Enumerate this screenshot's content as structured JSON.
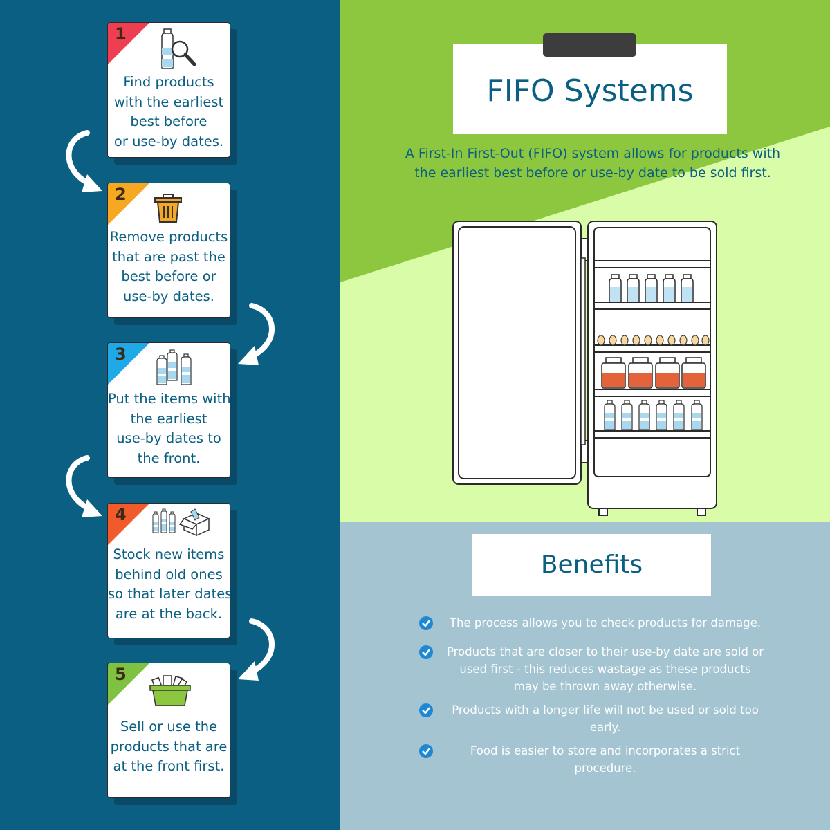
{
  "title": "FIFO Systems",
  "intro_lines": [
    "A First-In First-Out (FIFO) system allows for products with",
    "the earliest best before or use-by date to be sold first."
  ],
  "benefits_title": "Benefits",
  "benefits": [
    {
      "lines": [
        "The process allows you to check products for damage."
      ]
    },
    {
      "lines": [
        "Products that are closer to their use-by date are sold or",
        "used first - this reduces wastage as these products",
        "may be thrown away otherwise."
      ]
    },
    {
      "lines": [
        "Products with a longer life will not be used or sold too",
        "early."
      ]
    },
    {
      "lines": [
        "Food is easier to store and incorporates a strict",
        "procedure."
      ]
    }
  ],
  "steps": [
    {
      "number": "1",
      "color": "#ee3e52",
      "icon": "bottle-magnifier-icon",
      "lines": [
        "Find products",
        "with the earliest",
        "best before",
        "or use-by dates."
      ]
    },
    {
      "number": "2",
      "color": "#f7a823",
      "icon": "trash-bin-icon",
      "lines": [
        "Remove products",
        "that are past the",
        "best before or",
        "use-by dates."
      ]
    },
    {
      "number": "3",
      "color": "#1fa9e6",
      "icon": "bottles-icon",
      "lines": [
        "Put the items with",
        "the earliest",
        "use-by dates to",
        "the front."
      ]
    },
    {
      "number": "4",
      "color": "#f15a2a",
      "icon": "bottles-box-icon",
      "lines": [
        "Stock new items",
        "behind old ones",
        "so that later dates",
        "are at the back."
      ]
    },
    {
      "number": "5",
      "color": "#7fc241",
      "icon": "basket-icon",
      "lines": [
        "Sell or use the",
        "products that are",
        "at the front first."
      ]
    }
  ],
  "colors": {
    "navy": "#0b5f82",
    "green": "#8dc63f",
    "light_green": "#d9fca8",
    "grey_blue": "#a4c4d1"
  }
}
